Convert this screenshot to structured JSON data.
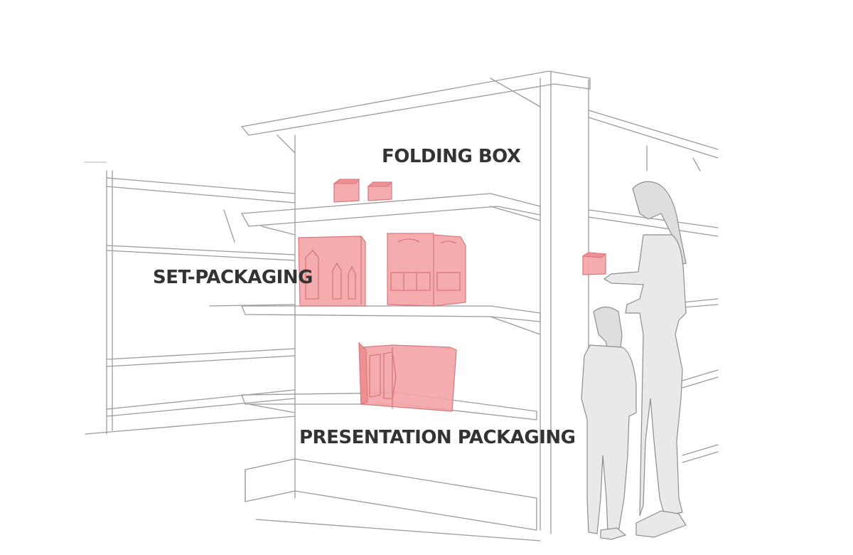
{
  "labels": {
    "folding_box": "FOLDING BOX",
    "set_packaging": "SET-PACKAGING",
    "presentation_packaging": "PRESENTATION PACKAGING"
  },
  "colors": {
    "label_text": "#333333",
    "packaging_fill": "#f4a3a6",
    "packaging_stroke": "#d9777c",
    "sketch_line": "#9b9b9b",
    "background": "#ffffff"
  }
}
